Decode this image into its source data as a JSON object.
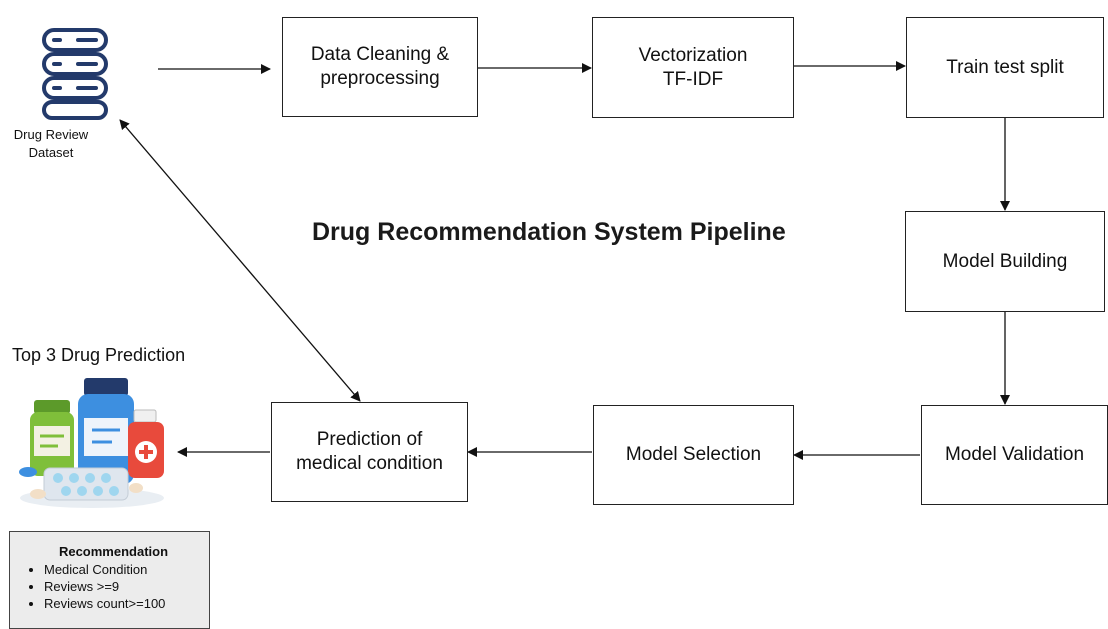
{
  "diagram": {
    "title": "Drug Recommendation System Pipeline",
    "dataset_label": "Drug Review\nDataset",
    "prediction_label": "Top 3 Drug Prediction",
    "nodes": {
      "cleaning": "Data Cleaning &\npreprocessing",
      "vectorization": "Vectorization\nTF-IDF",
      "split": "Train test split",
      "building": "Model Building",
      "validation": "Model Validation",
      "selection": "Model Selection",
      "prediction": "Prediction of\nmedical condition"
    },
    "recommendation": {
      "title": "Recommendation",
      "items": [
        "Medical Condition",
        "Reviews >=9",
        "Reviews count>=100"
      ]
    },
    "icons": {
      "dataset": "database-icon",
      "drugs": "medicine-bottles-icon"
    },
    "colors": {
      "database": "#233a6b",
      "bottle_blue": "#3d8fe0",
      "bottle_green": "#7fbf3a",
      "bottle_red": "#e84a3c",
      "pills": "#9fd6ef"
    }
  }
}
